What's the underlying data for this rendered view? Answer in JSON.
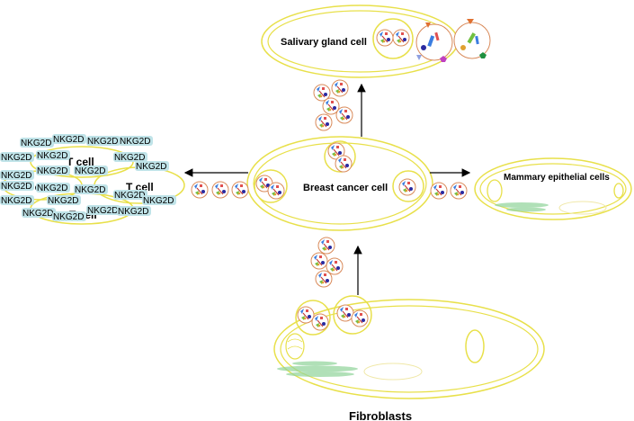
{
  "labels": {
    "salivary": "Salivary gland cell",
    "breast": "Breast cancer cell",
    "mammary": "Mammary epithelial cells",
    "fibroblasts": "Fibroblasts",
    "tcell": "T cell",
    "nkg2d": "NKG2D"
  },
  "colors": {
    "membrane": "#e8e04a",
    "vesicle_ring": "#d98a5a",
    "receptor_box": "#bfe3e8",
    "arrow": "#000000",
    "er_green": "#8fd49a"
  }
}
